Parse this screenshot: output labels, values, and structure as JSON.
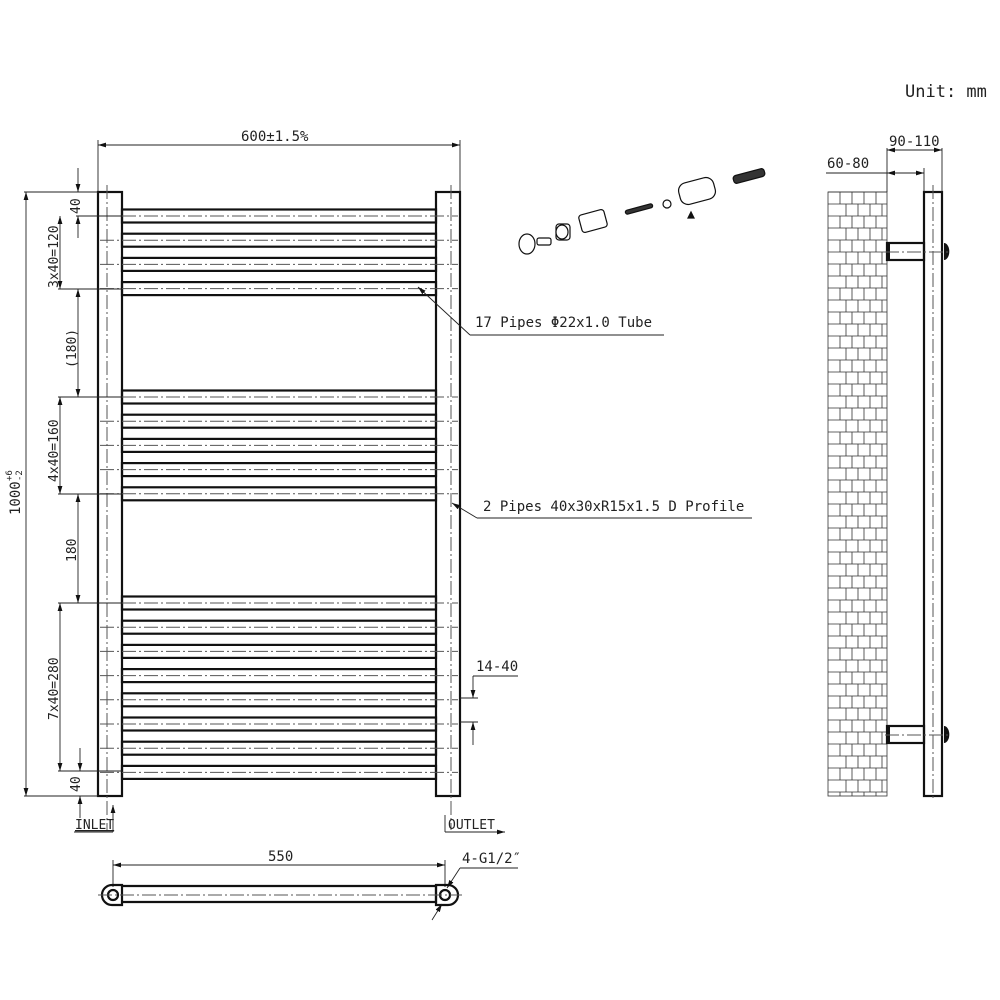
{
  "unit_label": "Unit: mm",
  "front_view": {
    "width_dim": "600±1.5%",
    "height_dim_main": "1000",
    "height_dim_sup": "+6",
    "height_dim_sub": "-2",
    "left_dims": [
      "40",
      "3x40=120",
      "(180)",
      "4x40=160",
      "180",
      "7x40=280",
      "40"
    ],
    "callout_pipes": "17 Pipes Φ22x1.0 Tube",
    "callout_profile": "2 Pipes 40x30xR15x1.5 D Profile",
    "wall_gap_dim": "14-40",
    "inlet_label": "INLET",
    "outlet_label": "OUTLET",
    "bar_groups": [
      {
        "count": 4,
        "spacing": 40
      },
      {
        "count": 5,
        "spacing": 40
      },
      {
        "count": 8,
        "spacing": 40
      }
    ]
  },
  "bottom_view": {
    "center_dim": "550",
    "thread_label": "4-G1/2″"
  },
  "side_view": {
    "wall_depth_dim": "60-80",
    "projection_dim": "90-110"
  },
  "exploded_parts": [
    "cap",
    "screw",
    "nut",
    "bracket-sleeve",
    "wood-screw",
    "washer",
    "cover-tube",
    "set-screw",
    "wall-plug"
  ]
}
